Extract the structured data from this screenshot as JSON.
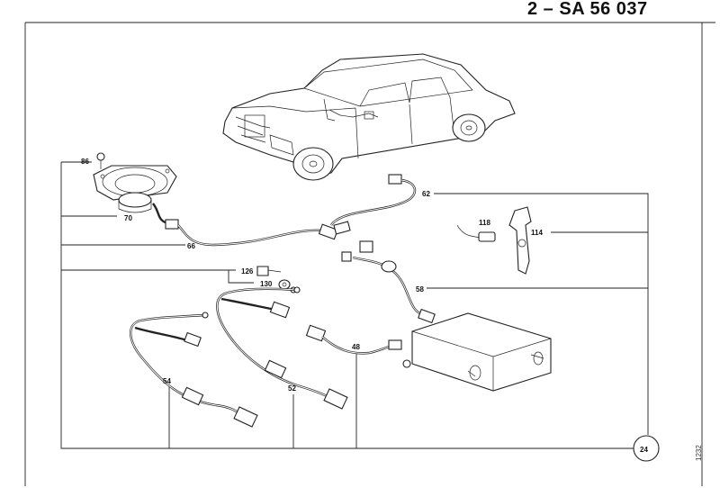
{
  "header": {
    "title": "2 – SA 56 037"
  },
  "side_code": "1232",
  "page_ref": "24",
  "callouts": {
    "p86": "86",
    "p70": "70",
    "p66": "66",
    "p62": "62",
    "p118": "118",
    "p114": "114",
    "p126": "126",
    "p130": "130",
    "p58": "58",
    "p48": "48",
    "p54": "54",
    "p52": "52"
  }
}
